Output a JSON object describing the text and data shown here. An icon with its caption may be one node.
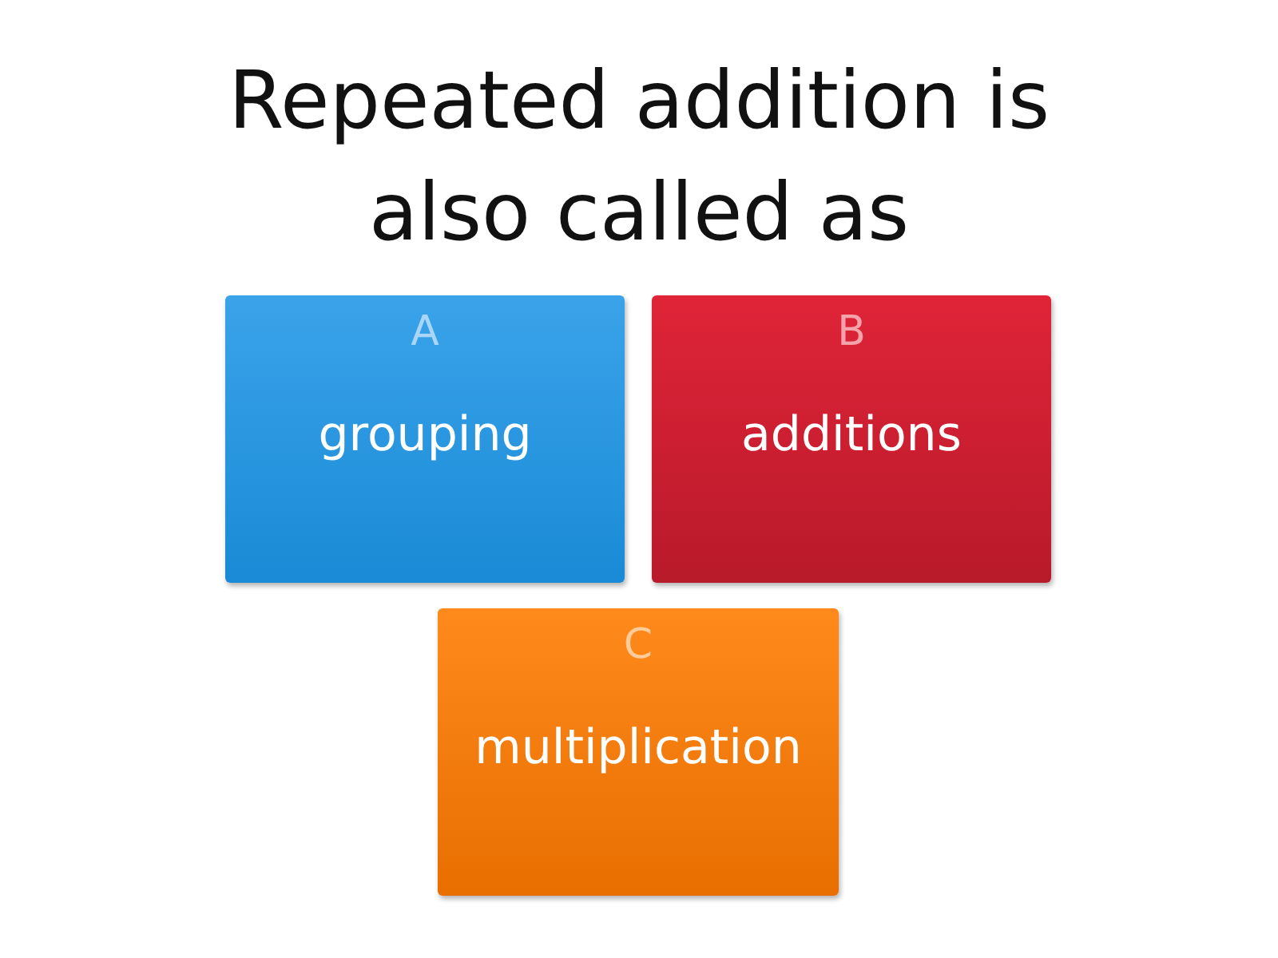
{
  "diagram": {
    "title": "Repeated addition is also called as",
    "nodes": [
      {
        "text": [
          "A",
          "grouping"
        ]
      },
      {
        "text": [
          "B",
          "additions"
        ]
      },
      {
        "text": [
          "C",
          "multiplication"
        ]
      }
    ]
  }
}
